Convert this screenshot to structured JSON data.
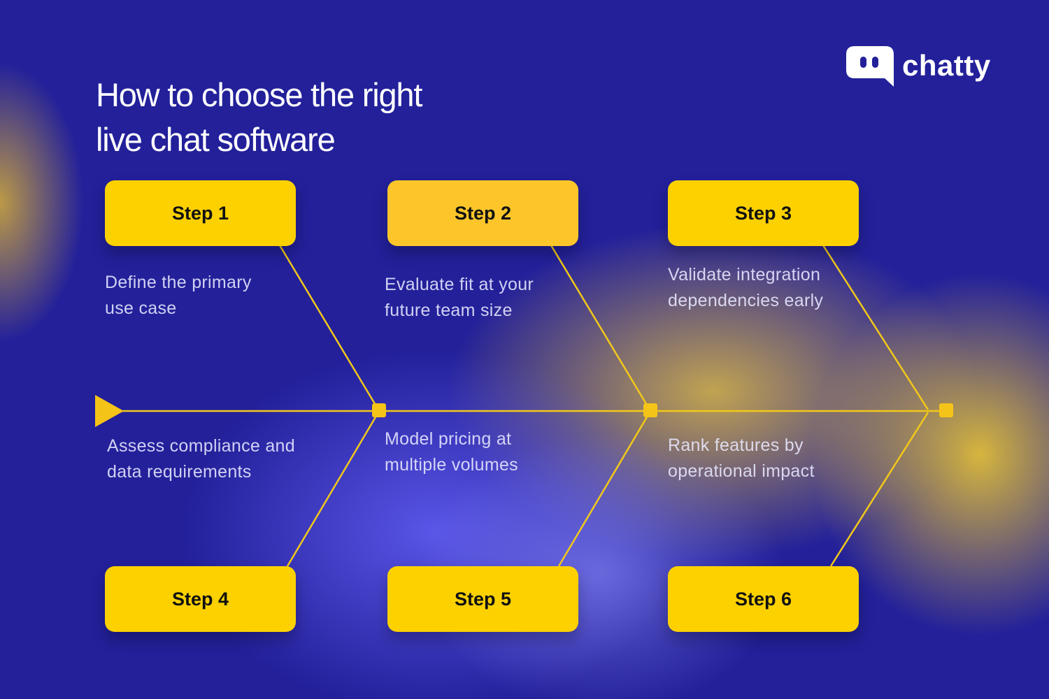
{
  "title": "How to choose the right\n live chat software",
  "brand": {
    "name": "chatty"
  },
  "colors": {
    "background": "#23209a",
    "accent": "#fdd100",
    "text": "#ffffff"
  },
  "icons": {
    "logo": "chat-bubble-icon",
    "start": "triangle-arrow-icon"
  },
  "steps": [
    {
      "label": "Step 1",
      "description": "Define the primary\nuse case"
    },
    {
      "label": "Step 2",
      "description": "Evaluate fit at your\nfuture team size"
    },
    {
      "label": "Step 3",
      "description": "Validate integration\ndependencies early"
    },
    {
      "label": "Step 4",
      "description": "Assess compliance and\ndata requirements"
    },
    {
      "label": "Step 5",
      "description": "Model pricing at\nmultiple volumes"
    },
    {
      "label": "Step 6",
      "description": "Rank features by\noperational impact"
    }
  ]
}
